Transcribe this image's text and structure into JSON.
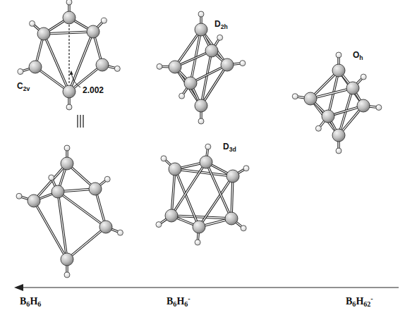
{
  "diagram": {
    "labels": [
      "C2v",
      "2.002",
      "D2h",
      "Oh",
      "D3d",
      "B6H6",
      "B6H6-",
      "B6H62-"
    ]
  }
}
